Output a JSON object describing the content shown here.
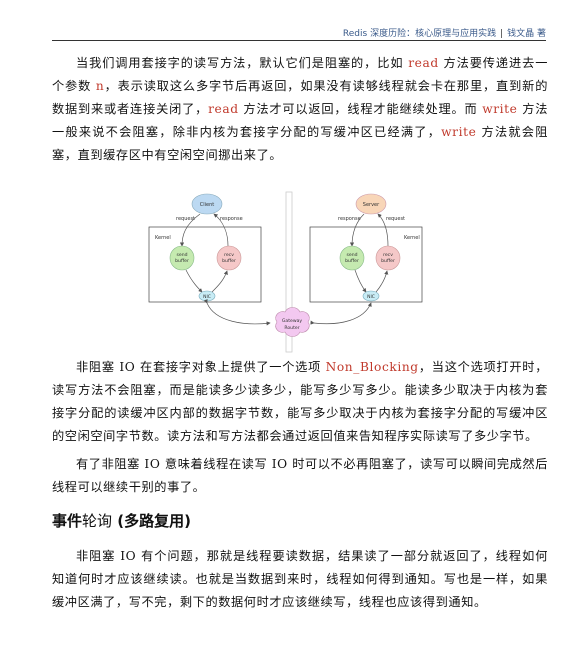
{
  "header": {
    "book": "Redis 深度历险：核心原理与应用实践",
    "sep": "|",
    "author": "钱文晶 著"
  },
  "p1": {
    "a": "当我们调用套接字的读写方法，默认它们是阻塞的，比如 ",
    "read1": "read",
    "b": " 方法要传递进去一个参数 ",
    "n": "n",
    "c": "，表示读取这么多字节后再返回，如果没有读够线程就会卡在那里，直到新的数据到来或者连接关闭了，",
    "read2": "read",
    "d": " 方法才可以返回，线程才能继续处理。而 ",
    "write1": "write",
    "e": " 方法一般来说不会阻塞，除非内核为套接字分配的写缓冲区已经满了，",
    "write2": "write",
    "f": " 方法就会阻塞，直到缓存区中有空闲空间挪出来了。"
  },
  "diagram": {
    "left": {
      "top": "Client",
      "req": "request",
      "resp": "response",
      "kernel": "Kernel",
      "send1": "send",
      "send2": "buffer",
      "recv1": "recv",
      "recv2": "buffer",
      "nic": "NIC"
    },
    "right": {
      "top": "Server",
      "req": "request",
      "resp": "response",
      "kernel": "Kernel",
      "send1": "send",
      "send2": "buffer",
      "recv1": "recv",
      "recv2": "buffer",
      "nic": "NIC"
    },
    "gw1": "Gateway",
    "gw2": "Router",
    "colors": {
      "client": "#bcd9f2",
      "server": "#f8d6b8",
      "send": "#c5eab0",
      "recv": "#f5c8c8",
      "nic": "#c8ecf5",
      "gateway": "#f3c8f0"
    }
  },
  "p2": {
    "a": "非阻塞 IO 在套接字对象上提供了一个选项 ",
    "opt": "Non_Blocking",
    "b": "，当这个选项打开时，读写方法不会阻塞，而是能读多少读多少，能写多少写多少。能读多少取决于内核为套接字分配的读缓冲区内部的数据字节数，能写多少取决于内核为套接字分配的写缓冲区的空闲空间字节数。读方法和写方法都会通过返回值来告知程序实际读写了多少字节。"
  },
  "p3": "有了非阻塞 IO 意味着线程在读写 IO 时可以不必再阻塞了，读写可以瞬间完成然后线程可以继续干别的事了。",
  "section": {
    "bold": "事件",
    "plain": "轮询",
    "paren": "(多路复用)"
  },
  "p4": "非阻塞 IO 有个问题，那就是线程要读数据，结果读了一部分就返回了，线程如何知道何时才应该继续读。也就是当数据到来时，线程如何得到通知。写也是一样，如果缓冲区满了，写不完，剩下的数据何时才应该继续写，线程也应该得到通知。"
}
